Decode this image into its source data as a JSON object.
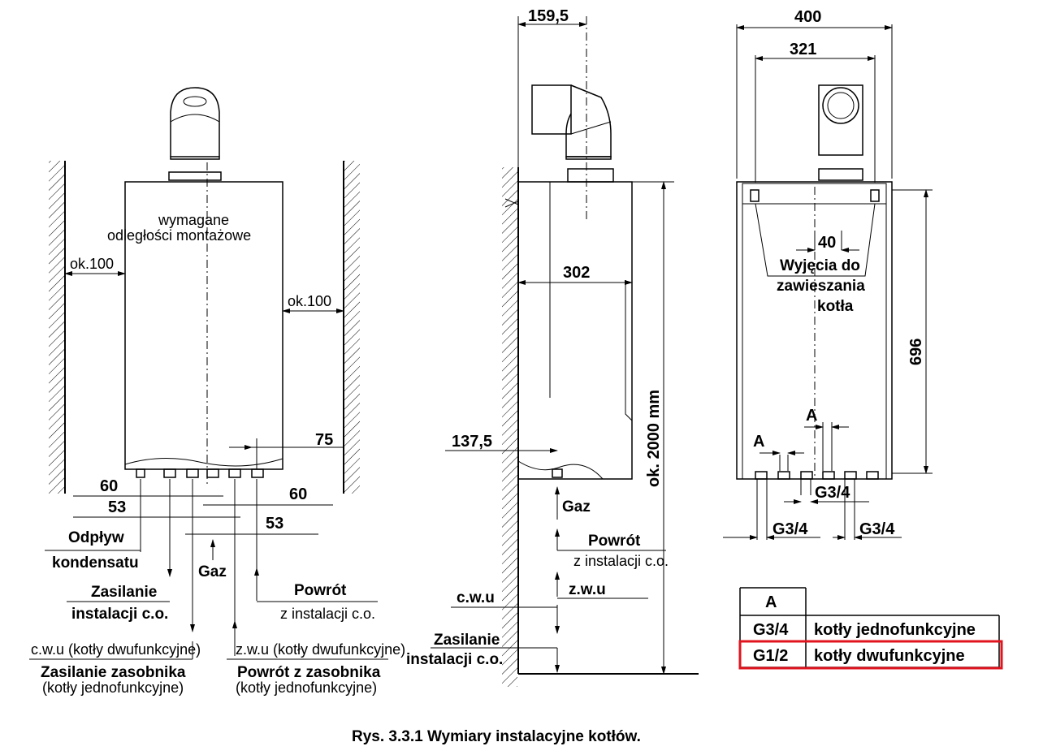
{
  "caption": "Rys. 3.3.1 Wymiary instalacyjne kotłów.",
  "left_view": {
    "clearance_title_1": "wymagane",
    "clearance_title_2": "odległości montażowe",
    "clearance_left": "ok.100",
    "clearance_right": "ok.100",
    "dim_75": "75",
    "dim_60_left": "60",
    "dim_60_right": "60",
    "dim_53_left": "53",
    "dim_53_right": "53",
    "odplyw_1": "Odpływ",
    "odplyw_2": "kondensatu",
    "gaz": "Gaz",
    "zasilanie_1": "Zasilanie",
    "zasilanie_2": "instalacji c.o.",
    "powrot_1": "Powrót",
    "powrot_2": "z instalacji c.o.",
    "cwu": "c.w.u (kotły dwufunkcyjne)",
    "zwu": "z.w.u (kotły dwufunkcyjne)",
    "zas_zasob_1": "Zasilanie zasobnika",
    "zas_zasob_2": "(kotły jednofunkcyjne)",
    "pow_zasob_1": "Powrót z zasobnika",
    "pow_zasob_2": "(kotły jednofunkcyjne)"
  },
  "side_view": {
    "dim_159": "159,5",
    "dim_302": "302",
    "dim_137": "137,5",
    "dim_2000": "ok. 2000 mm",
    "gaz": "Gaz",
    "powrot_1": "Powrót",
    "powrot_2": "z instalacji c.o.",
    "zwu": "z.w.u",
    "cwu": "c.w.u",
    "zasilanie_1": "Zasilanie",
    "zasilanie_2": "instalacji c.o."
  },
  "back_view": {
    "dim_400": "400",
    "dim_321": "321",
    "dim_40": "40",
    "wyjecia_1": "Wyjęcia do",
    "wyjecia_2": "zawieszania",
    "wyjecia_3": "kotła",
    "dim_696": "696",
    "dim_a_top": "A",
    "dim_a_left": "A",
    "g34_top": "G3/4",
    "g34_left": "G3/4",
    "g34_right": "G3/4"
  },
  "table": {
    "header": "A",
    "rows": [
      {
        "code": "G3/4",
        "desc": "kotły jednofunkcyjne"
      },
      {
        "code": "G1/2",
        "desc": "kotły dwufunkcyjne"
      }
    ],
    "highlight_color": "#e0141e"
  }
}
